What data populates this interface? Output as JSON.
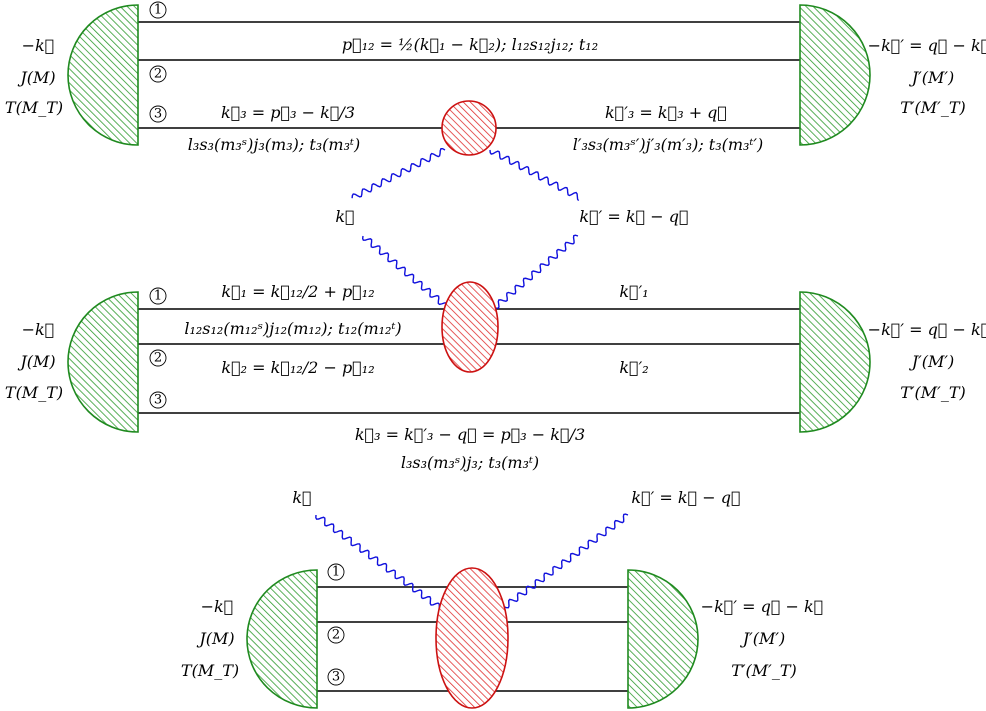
{
  "diagrams": [
    {
      "left_blob": {
        "momentum": "−k⃗",
        "spin": "J(M)",
        "isospin": "T(M_T)"
      },
      "right_blob": {
        "momentum": "−k⃗′ = q⃗ − k⃗",
        "spin": "J′(M′)",
        "isospin": "T′(M′_T)"
      },
      "line_numbers": [
        "1",
        "2",
        "3"
      ],
      "labels": {
        "pair_momentum": "p⃗₁₂ = ½(k⃗₁ − k⃗₂); l₁₂s₁₂j₁₂; t₁₂",
        "k3_in": "k⃗₃ = p⃗₃ − k⃗/3",
        "k3_in_qn": "l₃s₃(m₃ˢ)j₃(m₃); t₃(m₃ᵗ)",
        "k3_out": "k⃗′₃ = k⃗₃ + q⃗",
        "k3_out_qn": "l′₃s₃(m₃ˢ′)j′₃(m′₃); t₃(m₃ᵗ′)",
        "photon_in": "k⃗",
        "photon_out": "k⃗′ = k⃗ − q⃗"
      }
    },
    {
      "left_blob": {
        "momentum": "−k⃗",
        "spin": "J(M)",
        "isospin": "T(M_T)"
      },
      "right_blob": {
        "momentum": "−k⃗′ = q⃗ − k⃗",
        "spin": "J′(M′)",
        "isospin": "T′(M′_T)"
      },
      "line_numbers": [
        "1",
        "2",
        "3"
      ],
      "labels": {
        "k1": "k⃗₁ = k⃗₁₂/2 + p⃗₁₂",
        "k1_out": "k⃗′₁",
        "pair_qn": "l₁₂s₁₂(m₁₂ˢ)j₁₂(m₁₂); t₁₂(m₁₂ᵗ)",
        "k2": "k⃗₂ = k⃗₁₂/2 − p⃗₁₂",
        "k2_out": "k⃗′₂",
        "k3": "k⃗₃ = k⃗′₃ − q⃗ = p⃗₃ − k⃗/3",
        "k3_qn": "l₃s₃(m₃ˢ)j₃; t₃(m₃ᵗ)"
      }
    },
    {
      "left_blob": {
        "momentum": "−k⃗",
        "spin": "J(M)",
        "isospin": "T(M_T)"
      },
      "right_blob": {
        "momentum": "−k⃗′ = q⃗ − k⃗",
        "spin": "J′(M′)",
        "isospin": "T′(M′_T)"
      },
      "line_numbers": [
        "1",
        "2",
        "3"
      ],
      "labels": {
        "photon_in": "k⃗",
        "photon_out": "k⃗′ = k⃗ − q⃗"
      }
    }
  ],
  "colors": {
    "nucleus_fill": "#2e9a2e",
    "nucleus_stroke": "#1f8a1f",
    "vertex_fill": "#e03030",
    "vertex_stroke": "#cc1111",
    "photon": "#1111dd",
    "line": "#000000"
  }
}
